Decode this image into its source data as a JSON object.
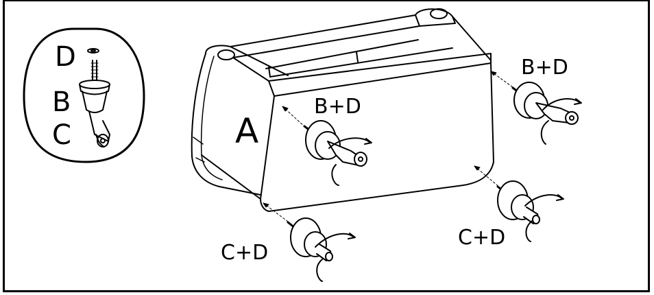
{
  "inset": {
    "labels": {
      "washer": "D",
      "stem": "B",
      "wheel": "C"
    }
  },
  "main": {
    "body_label": "A",
    "callouts": {
      "front_top": "B+D",
      "back_top": "B+D",
      "front_bottom": "C+D",
      "back_bottom": "C+D"
    }
  }
}
